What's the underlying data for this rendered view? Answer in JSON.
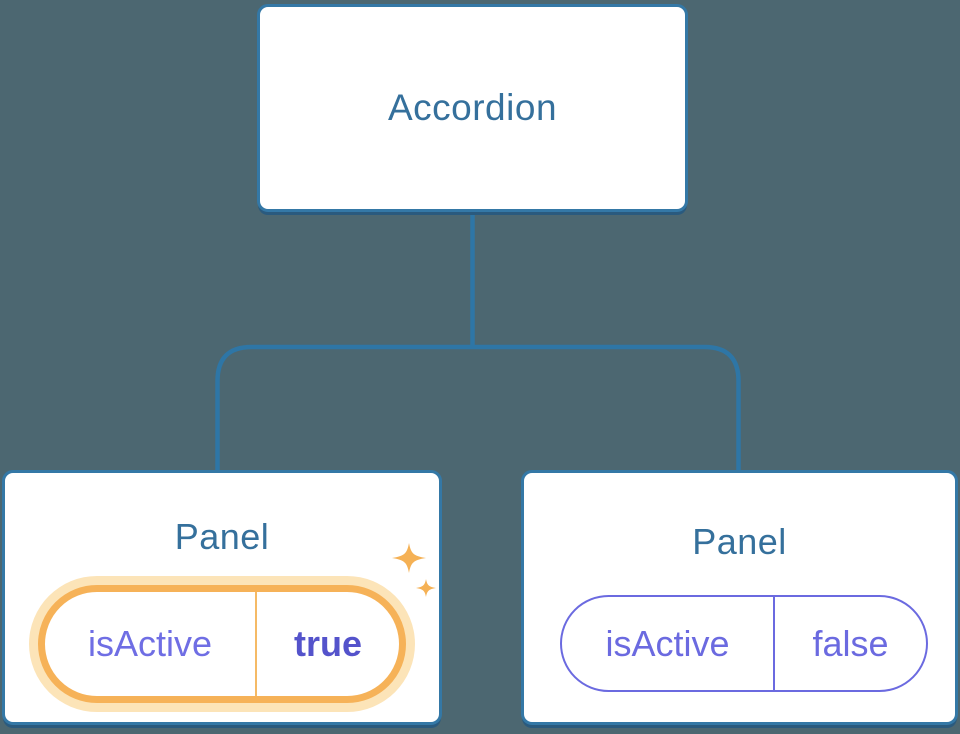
{
  "diagram": {
    "description": "Component tree: Accordion parent passing isActive prop to two Panel children",
    "root": {
      "label": "Accordion"
    },
    "children": [
      {
        "label": "Panel",
        "prop_name": "isActive",
        "prop_value": "true",
        "highlighted": true
      },
      {
        "label": "Panel",
        "prop_name": "isActive",
        "prop_value": "false",
        "highlighted": false
      }
    ]
  },
  "icons": [
    {
      "name": "sparkles-icon",
      "glyph": "two four-point stars"
    }
  ],
  "colors": {
    "background": "#4C6771",
    "node_fill": "#FFFFFF",
    "node_border": "#3478A6",
    "node_shadow": "#2A5A7E",
    "connector_line": "#2E76A6",
    "title_text": "#35709C",
    "prop_purple": "#6B6AE0",
    "prop_name_active": "#6F6EE4",
    "prop_value_active": "#5453CB",
    "highlight_ring": "#F6B258",
    "highlight_glow": "#FCE4B8",
    "highlight_divider": "#F5BA66",
    "sparkle": "#F5B155"
  }
}
